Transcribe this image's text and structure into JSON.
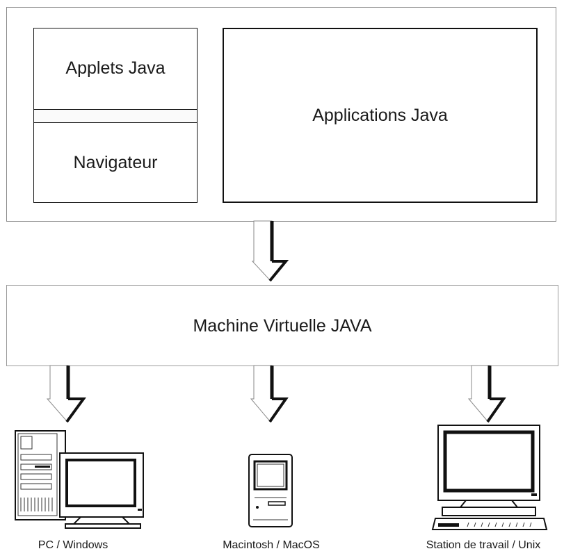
{
  "diagram": {
    "top_left_upper": "Applets Java",
    "top_left_lower": "Navigateur",
    "top_right": "Applications Java",
    "middle": "Machine Virtuelle JAVA",
    "platforms": [
      {
        "label": "PC / Windows",
        "icon": "pc-tower-computer-icon"
      },
      {
        "label": "Macintosh / MacOS",
        "icon": "macintosh-computer-icon"
      },
      {
        "label": "Station de travail / Unix",
        "icon": "workstation-computer-icon"
      }
    ]
  }
}
